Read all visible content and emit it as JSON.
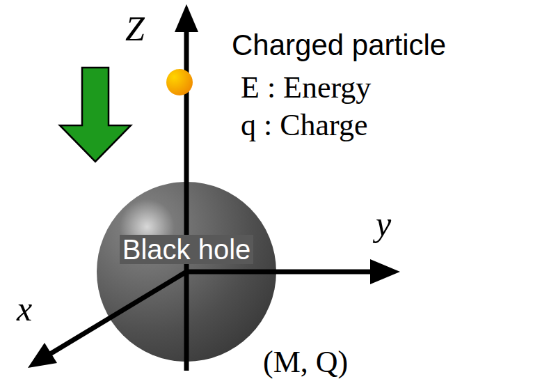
{
  "diagram": {
    "nodes": [
      {
        "text": [
          "Black hole"
        ]
      }
    ],
    "labels": [
      "Z",
      "Charged particle",
      "E : Energy",
      "q : Charge",
      "y",
      "x",
      "(M, Q)"
    ]
  }
}
